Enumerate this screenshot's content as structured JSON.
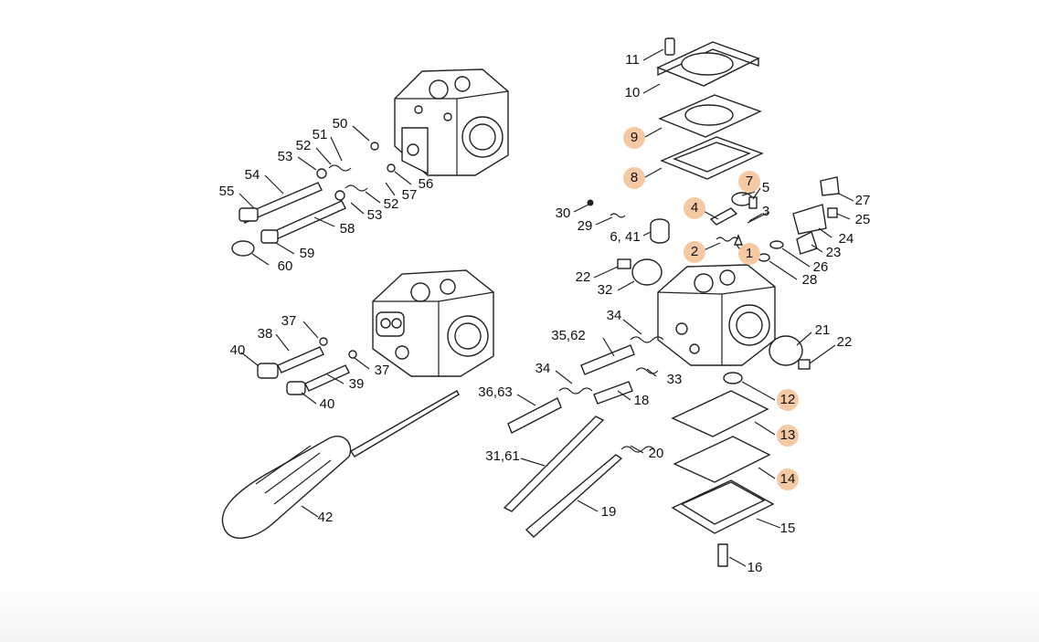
{
  "diagram": {
    "callouts": [
      {
        "id": "11",
        "label": "11",
        "highlighted": false
      },
      {
        "id": "10",
        "label": "10",
        "highlighted": false
      },
      {
        "id": "9",
        "label": "9",
        "highlighted": true
      },
      {
        "id": "8",
        "label": "8",
        "highlighted": true
      },
      {
        "id": "7",
        "label": "7",
        "highlighted": true
      },
      {
        "id": "5",
        "label": "5",
        "highlighted": false
      },
      {
        "id": "4",
        "label": "4",
        "highlighted": true
      },
      {
        "id": "3",
        "label": "3",
        "highlighted": false
      },
      {
        "id": "2",
        "label": "2",
        "highlighted": true
      },
      {
        "id": "1",
        "label": "1",
        "highlighted": true
      },
      {
        "id": "30",
        "label": "30",
        "highlighted": false
      },
      {
        "id": "29",
        "label": "29",
        "highlighted": false
      },
      {
        "id": "6_41",
        "label": "6, 41",
        "highlighted": false
      },
      {
        "id": "22a",
        "label": "22",
        "highlighted": false
      },
      {
        "id": "32",
        "label": "32",
        "highlighted": false
      },
      {
        "id": "27",
        "label": "27",
        "highlighted": false
      },
      {
        "id": "25",
        "label": "25",
        "highlighted": false
      },
      {
        "id": "24",
        "label": "24",
        "highlighted": false
      },
      {
        "id": "23",
        "label": "23",
        "highlighted": false
      },
      {
        "id": "26",
        "label": "26",
        "highlighted": false
      },
      {
        "id": "28",
        "label": "28",
        "highlighted": false
      },
      {
        "id": "21",
        "label": "21",
        "highlighted": false
      },
      {
        "id": "22b",
        "label": "22",
        "highlighted": false
      },
      {
        "id": "12",
        "label": "12",
        "highlighted": true
      },
      {
        "id": "13",
        "label": "13",
        "highlighted": true
      },
      {
        "id": "14",
        "label": "14",
        "highlighted": true
      },
      {
        "id": "15",
        "label": "15",
        "highlighted": false
      },
      {
        "id": "16",
        "label": "16",
        "highlighted": false
      },
      {
        "id": "34a",
        "label": "34",
        "highlighted": false
      },
      {
        "id": "35_62",
        "label": "35,62",
        "highlighted": false
      },
      {
        "id": "34b",
        "label": "34",
        "highlighted": false
      },
      {
        "id": "33",
        "label": "33",
        "highlighted": false
      },
      {
        "id": "36_63",
        "label": "36,63",
        "highlighted": false
      },
      {
        "id": "18",
        "label": "18",
        "highlighted": false
      },
      {
        "id": "31_61",
        "label": "31,61",
        "highlighted": false
      },
      {
        "id": "20",
        "label": "20",
        "highlighted": false
      },
      {
        "id": "19",
        "label": "19",
        "highlighted": false
      },
      {
        "id": "50",
        "label": "50",
        "highlighted": false
      },
      {
        "id": "51",
        "label": "51",
        "highlighted": false
      },
      {
        "id": "52a",
        "label": "52",
        "highlighted": false
      },
      {
        "id": "53a",
        "label": "53",
        "highlighted": false
      },
      {
        "id": "54",
        "label": "54",
        "highlighted": false
      },
      {
        "id": "55",
        "label": "55",
        "highlighted": false
      },
      {
        "id": "56",
        "label": "56",
        "highlighted": false
      },
      {
        "id": "57",
        "label": "57",
        "highlighted": false
      },
      {
        "id": "52b",
        "label": "52",
        "highlighted": false
      },
      {
        "id": "53b",
        "label": "53",
        "highlighted": false
      },
      {
        "id": "58",
        "label": "58",
        "highlighted": false
      },
      {
        "id": "59",
        "label": "59",
        "highlighted": false
      },
      {
        "id": "60",
        "label": "60",
        "highlighted": false
      },
      {
        "id": "37a",
        "label": "37",
        "highlighted": false
      },
      {
        "id": "38",
        "label": "38",
        "highlighted": false
      },
      {
        "id": "40a",
        "label": "40",
        "highlighted": false
      },
      {
        "id": "37b",
        "label": "37",
        "highlighted": false
      },
      {
        "id": "39",
        "label": "39",
        "highlighted": false
      },
      {
        "id": "40b",
        "label": "40",
        "highlighted": false
      },
      {
        "id": "42",
        "label": "42",
        "highlighted": false
      }
    ],
    "highlight_color": "#f5c9a3"
  }
}
